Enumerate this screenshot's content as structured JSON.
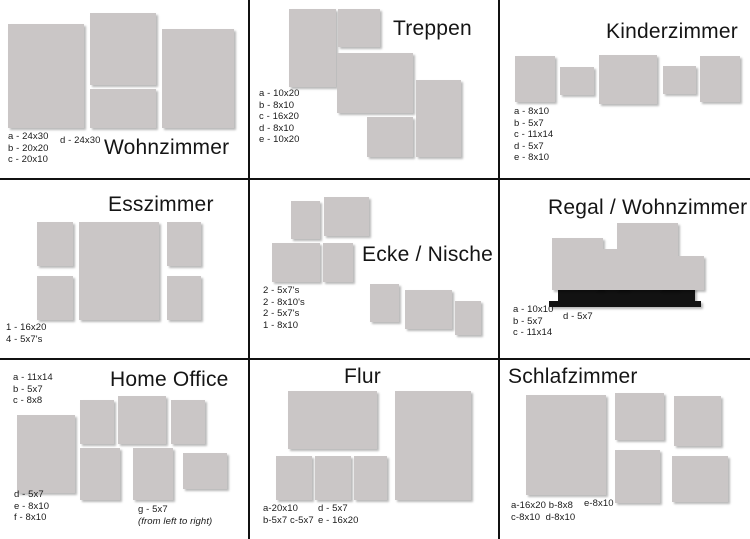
{
  "page": {
    "kind": "gallery-wall-layout-sheet",
    "columns": 3,
    "rows": 3,
    "mat_color": "#ffffff",
    "art_color": "#cac6c6",
    "frame_color": "#121212",
    "background": "#ffffff"
  },
  "cells": [
    {
      "id": "wohnzimmer",
      "title": "Wohnzimmer",
      "legend": [
        "a - 24x30",
        "b - 20x20",
        "c - 20x10"
      ],
      "legend2": [
        "d - 24x30"
      ],
      "frames": [
        {
          "key": "a",
          "w": 24,
          "h": 30
        },
        {
          "key": "b",
          "w": 20,
          "h": 20
        },
        {
          "key": "c",
          "w": 20,
          "h": 10
        },
        {
          "key": "d",
          "w": 24,
          "h": 30
        }
      ]
    },
    {
      "id": "treppen",
      "title": "Treppen",
      "legend": [
        "a - 10x20",
        "b - 8x10",
        "c - 16x20",
        "d - 8x10",
        "e - 10x20"
      ],
      "legend2": [],
      "frames": [
        {
          "key": "a",
          "w": 10,
          "h": 20
        },
        {
          "key": "b",
          "w": 8,
          "h": 10
        },
        {
          "key": "c",
          "w": 16,
          "h": 20
        },
        {
          "key": "d",
          "w": 8,
          "h": 10
        },
        {
          "key": "e",
          "w": 10,
          "h": 20
        }
      ]
    },
    {
      "id": "kinderzimmer",
      "title": "Kinderzimmer",
      "legend": [
        "a - 8x10",
        "b - 5x7",
        "c - 11x14",
        "d - 5x7",
        "e - 8x10"
      ],
      "legend2": [],
      "frames": [
        {
          "key": "a",
          "w": 8,
          "h": 10
        },
        {
          "key": "b",
          "w": 5,
          "h": 7
        },
        {
          "key": "c",
          "w": 11,
          "h": 14
        },
        {
          "key": "d",
          "w": 5,
          "h": 7
        },
        {
          "key": "e",
          "w": 8,
          "h": 10
        }
      ]
    },
    {
      "id": "esszimmer",
      "title": "Esszimmer",
      "legend": [
        "1 - 16x20",
        "4 - 5x7's"
      ],
      "legend2": [],
      "frames": [
        {
          "key": "1",
          "w": 16,
          "h": 20
        },
        {
          "key": "4",
          "w": 5,
          "h": 7
        }
      ]
    },
    {
      "id": "ecke-nische",
      "title": "Ecke / Nische",
      "legend": [
        "2 - 5x7's",
        "2 - 8x10's",
        "2 - 5x7's",
        "1 - 8x10"
      ],
      "legend2": [],
      "frames": [
        {
          "key": "5x7",
          "w": 5,
          "h": 7
        },
        {
          "key": "8x10",
          "w": 8,
          "h": 10
        }
      ]
    },
    {
      "id": "regal-wohnzimmer",
      "title": "Regal / Wohnzimmer",
      "legend": [
        "a - 10x10",
        "b - 5x7",
        "c - 11x14"
      ],
      "legend2": [
        "d - 5x7"
      ],
      "frames": [
        {
          "key": "a",
          "w": 10,
          "h": 10
        },
        {
          "key": "b",
          "w": 5,
          "h": 7
        },
        {
          "key": "c",
          "w": 11,
          "h": 14
        },
        {
          "key": "d",
          "w": 5,
          "h": 7
        }
      ]
    },
    {
      "id": "home-office",
      "title": "Home Office",
      "legend": [
        "a - 11x14",
        "b - 5x7",
        "c - 8x8"
      ],
      "legend2": [
        "d - 5x7",
        "e - 8x10",
        "f - 8x10"
      ],
      "legend3": [
        "g - 5x7"
      ],
      "legend4": [
        "(from left to right)"
      ],
      "frames": [
        {
          "key": "a",
          "w": 11,
          "h": 14
        },
        {
          "key": "b",
          "w": 5,
          "h": 7
        },
        {
          "key": "c",
          "w": 8,
          "h": 8
        },
        {
          "key": "d",
          "w": 5,
          "h": 7
        },
        {
          "key": "e",
          "w": 8,
          "h": 10
        },
        {
          "key": "f",
          "w": 8,
          "h": 10
        },
        {
          "key": "g",
          "w": 5,
          "h": 7
        }
      ]
    },
    {
      "id": "flur",
      "title": "Flur",
      "legend": [
        "a-20x10",
        "b-5x7 c-5x7"
      ],
      "legend2": [
        "d - 5x7",
        "e - 16x20"
      ],
      "frames": [
        {
          "key": "a",
          "w": 20,
          "h": 10
        },
        {
          "key": "b",
          "w": 5,
          "h": 7
        },
        {
          "key": "c",
          "w": 5,
          "h": 7
        },
        {
          "key": "d",
          "w": 5,
          "h": 7
        },
        {
          "key": "e",
          "w": 16,
          "h": 20
        }
      ]
    },
    {
      "id": "schlafzimmer",
      "title": "Schlafzimmer",
      "legend": [
        "a-16x20 b-8x8",
        "c-8x10  d-8x10"
      ],
      "legend2": [
        "e-8x10"
      ],
      "frames": [
        {
          "key": "a",
          "w": 16,
          "h": 20
        },
        {
          "key": "b",
          "w": 8,
          "h": 8
        },
        {
          "key": "c",
          "w": 8,
          "h": 10
        },
        {
          "key": "d",
          "w": 8,
          "h": 10
        },
        {
          "key": "e",
          "w": 8,
          "h": 10
        }
      ]
    }
  ]
}
